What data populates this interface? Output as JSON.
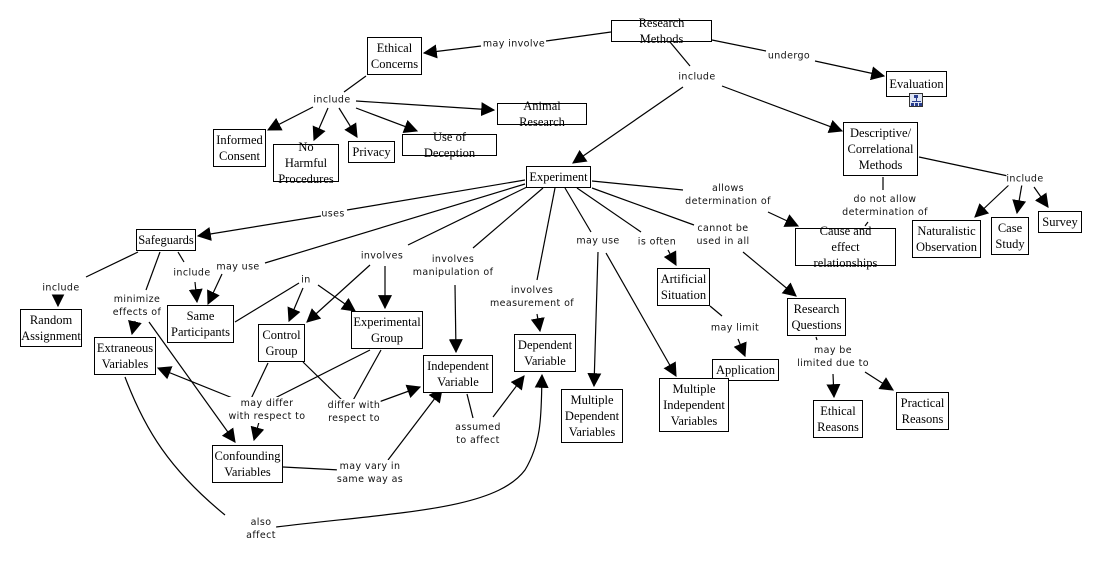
{
  "title": "Research Methods concept map",
  "concepts": {
    "research_methods": "Research Methods",
    "ethical_concerns": "Ethical\nConcerns",
    "evaluation": "Evaluation",
    "animal_research": "Animal Research",
    "informed_consent": "Informed\nConsent",
    "no_harmful": "No Harmful\nProcedures",
    "privacy": "Privacy",
    "use_of_deception": "Use of Deception",
    "descriptive": "Descriptive/\nCorrelational\nMethods",
    "experiment": "Experiment",
    "cause_effect": "Cause and\neffect relationships",
    "naturalistic": "Naturalistic\nObservation",
    "case_study": "Case\nStudy",
    "survey": "Survey",
    "safeguards": "Safeguards",
    "random_assignment": "Random\nAssignment",
    "same_participants": "Same\nParticipants",
    "extraneous": "Extraneous\nVariables",
    "control_group": "Control\nGroup",
    "experimental_group": "Experimental\nGroup",
    "independent_variable": "Independent\nVariable",
    "dependent_variable": "Dependent\nVariable",
    "artificial_situation": "Artificial\nSituation",
    "research_questions": "Research\nQuestions",
    "application": "Application",
    "multiple_dependent": "Multiple\nDependent\nVariables",
    "multiple_independent": "Multiple\nIndependent\nVariables",
    "ethical_reasons": "Ethical\nReasons",
    "practical_reasons": "Practical\nReasons",
    "confounding": "Confounding\nVariables"
  },
  "phrases": {
    "may_involve": "may involve",
    "undergo": "undergo",
    "include_main": "include",
    "include_ethics": "include",
    "include_desc": "include",
    "do_not_allow": "do not allow\ndetermination of",
    "allows": "allows\ndetermination of",
    "uses": "uses",
    "involves": "involves",
    "involves_manip": "involves\nmanipulation of",
    "involves_meas": "involves\nmeasurement of",
    "may_use_exp": "may use",
    "is_often": "is often",
    "cannot_be": "cannot be\nused in all",
    "include_safe_left": "include",
    "include_safe": "include",
    "minimize": "minimize\neffects of",
    "may_use_same": "may use",
    "in": "in",
    "may_limit": "may limit",
    "may_be_limited": "may be\nlimited due to",
    "may_differ": "may differ\nwith respect to",
    "differ_with": "differ with\nrespect to",
    "assumed": "assumed\nto affect",
    "may_vary": "may vary in\nsame way as",
    "also_affect": "also\naffect"
  },
  "icons": {
    "evaluation_submap": "submap-icon"
  },
  "colors": {
    "line": "#000000",
    "box_border": "#000000",
    "icon_fill": "#2a3f8f"
  }
}
